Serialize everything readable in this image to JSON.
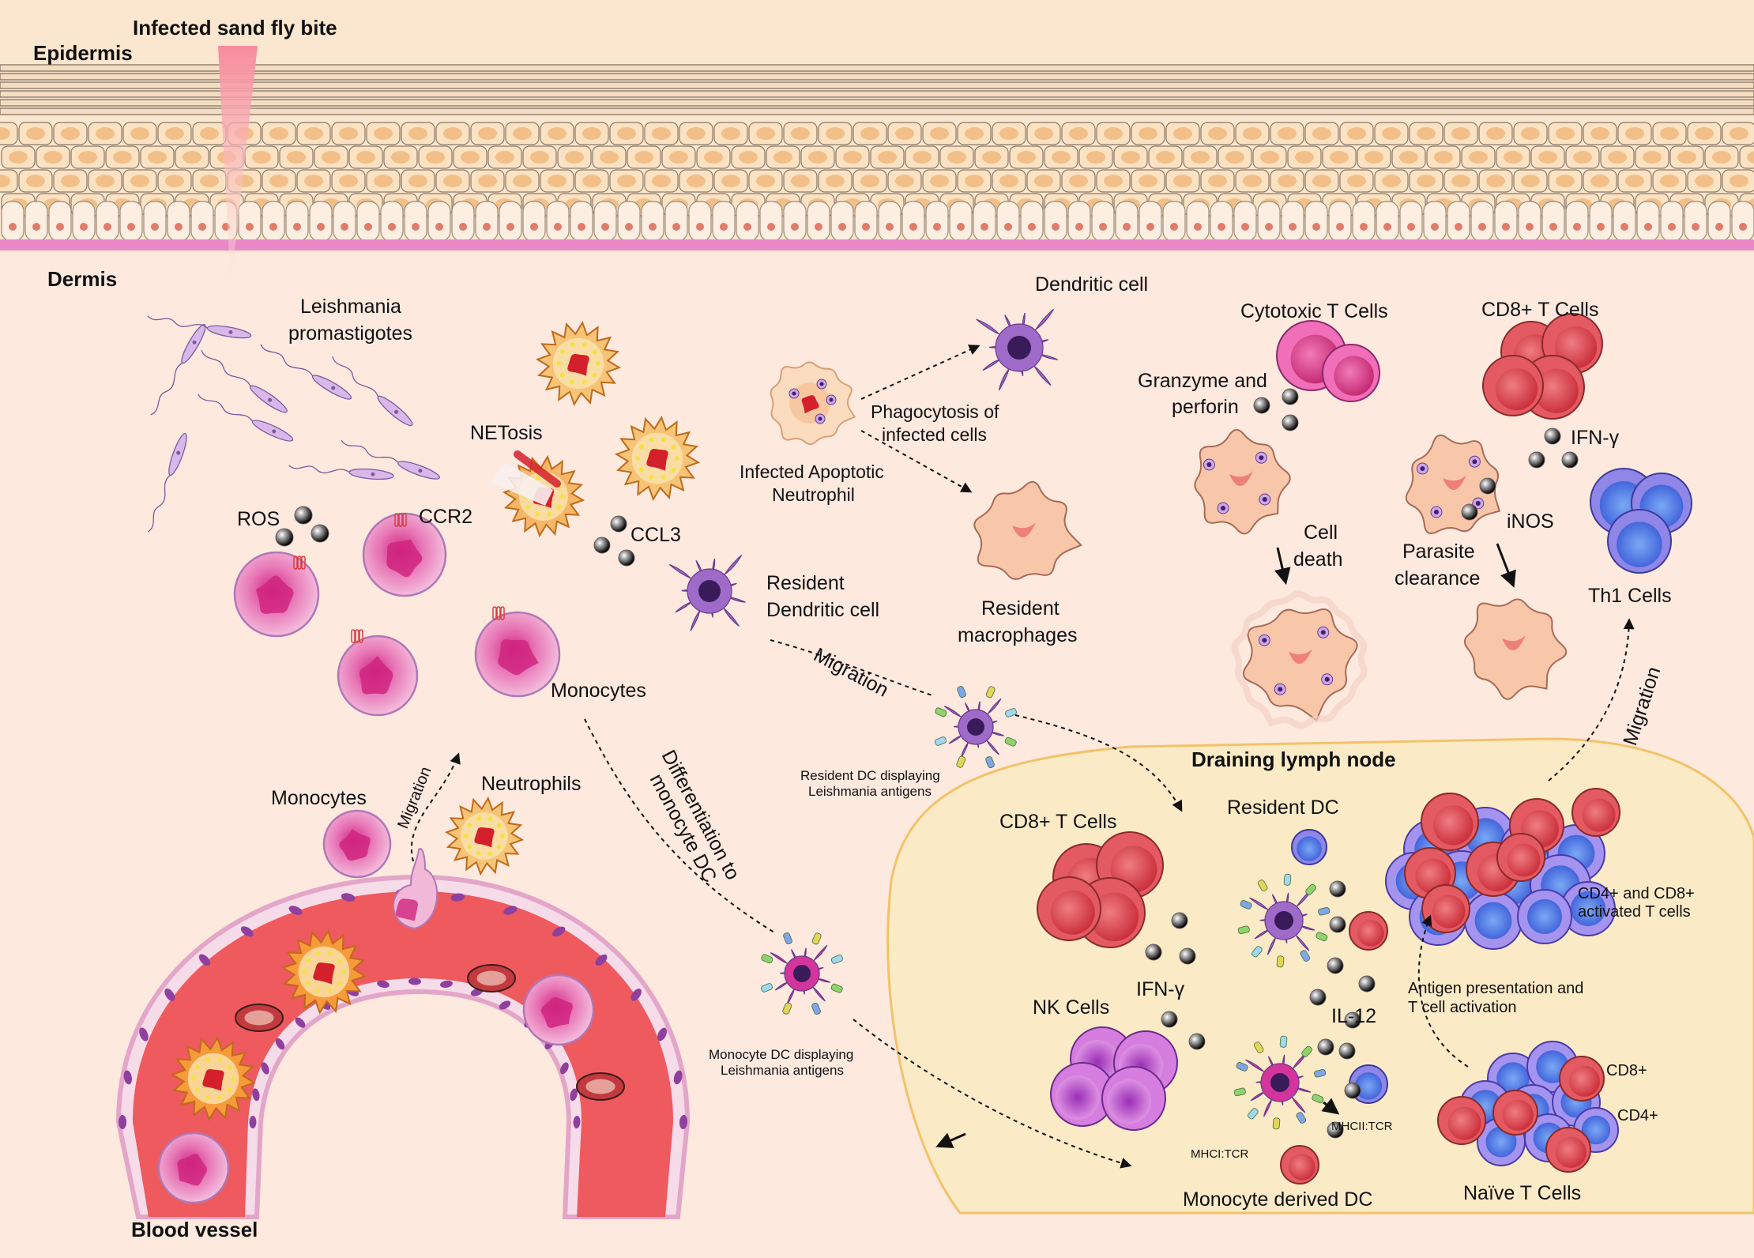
{
  "labels": {
    "sandfly": "Infected sand fly bite",
    "epidermis": "Epidermis",
    "dermis": "Dermis",
    "promastigotes_1": "Leishmania",
    "promastigotes_2": "promastigotes",
    "netosis": "NETosis",
    "ros": "ROS",
    "ccr2": "CCR2",
    "ccl3": "CCL3",
    "monocytes_dermis": "Monocytes",
    "resident_dc_1": "Resident",
    "resident_dc_2": "Dendritic cell",
    "infected_neutrophil_1": "Infected Apoptotic",
    "infected_neutrophil_2": "Neutrophil",
    "phagocytosis_1": "Phagocytosis of",
    "phagocytosis_2": "infected cells",
    "dendritic_cell": "Dendritic cell",
    "resident_macrophages_1": "Resident",
    "resident_macrophages_2": "macrophages",
    "cytotoxic_t": "Cytotoxic T Cells",
    "granzyme_1": "Granzyme and",
    "granzyme_2": "perforin",
    "cell_death_1": "Cell",
    "cell_death_2": "death",
    "cd8_top": "CD8+ T Cells",
    "ifn_top": "IFN-γ",
    "inos": "iNOS",
    "parasite_clearance_1": "Parasite",
    "parasite_clearance_2": "clearance",
    "th1": "Th1 Cells",
    "migration_right": "Migration",
    "migration_center": "Migration",
    "resident_dc_displaying_1": "Resident DC displaying",
    "resident_dc_displaying_2": "Leishmania antigens",
    "differentiation_1": "Differentiation to",
    "differentiation_2": "monocyte DC",
    "monocytes_blood": "Monocytes",
    "migration_blood": "Migration",
    "neutrophils": "Neutrophils",
    "monocyte_dc_displaying_1": "Monocyte DC displaying",
    "monocyte_dc_displaying_2": "Leishmania antigens",
    "blood_vessel": "Blood vessel",
    "draining_lymph_node": "Draining lymph node",
    "cd8_ln": "CD8+ T Cells",
    "resident_dc_ln": "Resident DC",
    "ifn_ln": "IFN-γ",
    "nk_cells": "NK Cells",
    "il12": "IL-12",
    "mhci": "MHCI:TCR",
    "mhcii": "MHCII:TCR",
    "monocyte_derived_dc": "Monocyte derived DC",
    "cd4cd8_activated_1": "CD4+ and CD8+",
    "cd4cd8_activated_2": "activated T cells",
    "antigen_presentation_1": "Antigen presentation and",
    "antigen_presentation_2": "T cell activation",
    "cd8_naive": "CD8+",
    "cd4_naive": "CD4+",
    "naive_t": "Naïve T Cells"
  },
  "colors": {
    "dermis_bg": "#fde9de",
    "epidermis_bg": "#fbe5cc",
    "keratinocyte": "#f6c999",
    "basement": "#e889c6",
    "vessel": "#ee5a5e",
    "lymph_node": "#fbeac6",
    "monocyte": "#d73a8e",
    "neutrophil": "#f6b14a",
    "dc_purple": "#8d4fb3",
    "macrophage": "#f7c1a2",
    "cd8_red": "#dc3e47",
    "nk_purple": "#c148c9",
    "th1_blue": "#5a71e3",
    "ros_green": "#39c641",
    "ifn_red": "#e8303a",
    "il12_cyan": "#4ed6ec",
    "granzyme_yellow": "#f3d144",
    "ccl3_orange": "#f29a1c"
  }
}
